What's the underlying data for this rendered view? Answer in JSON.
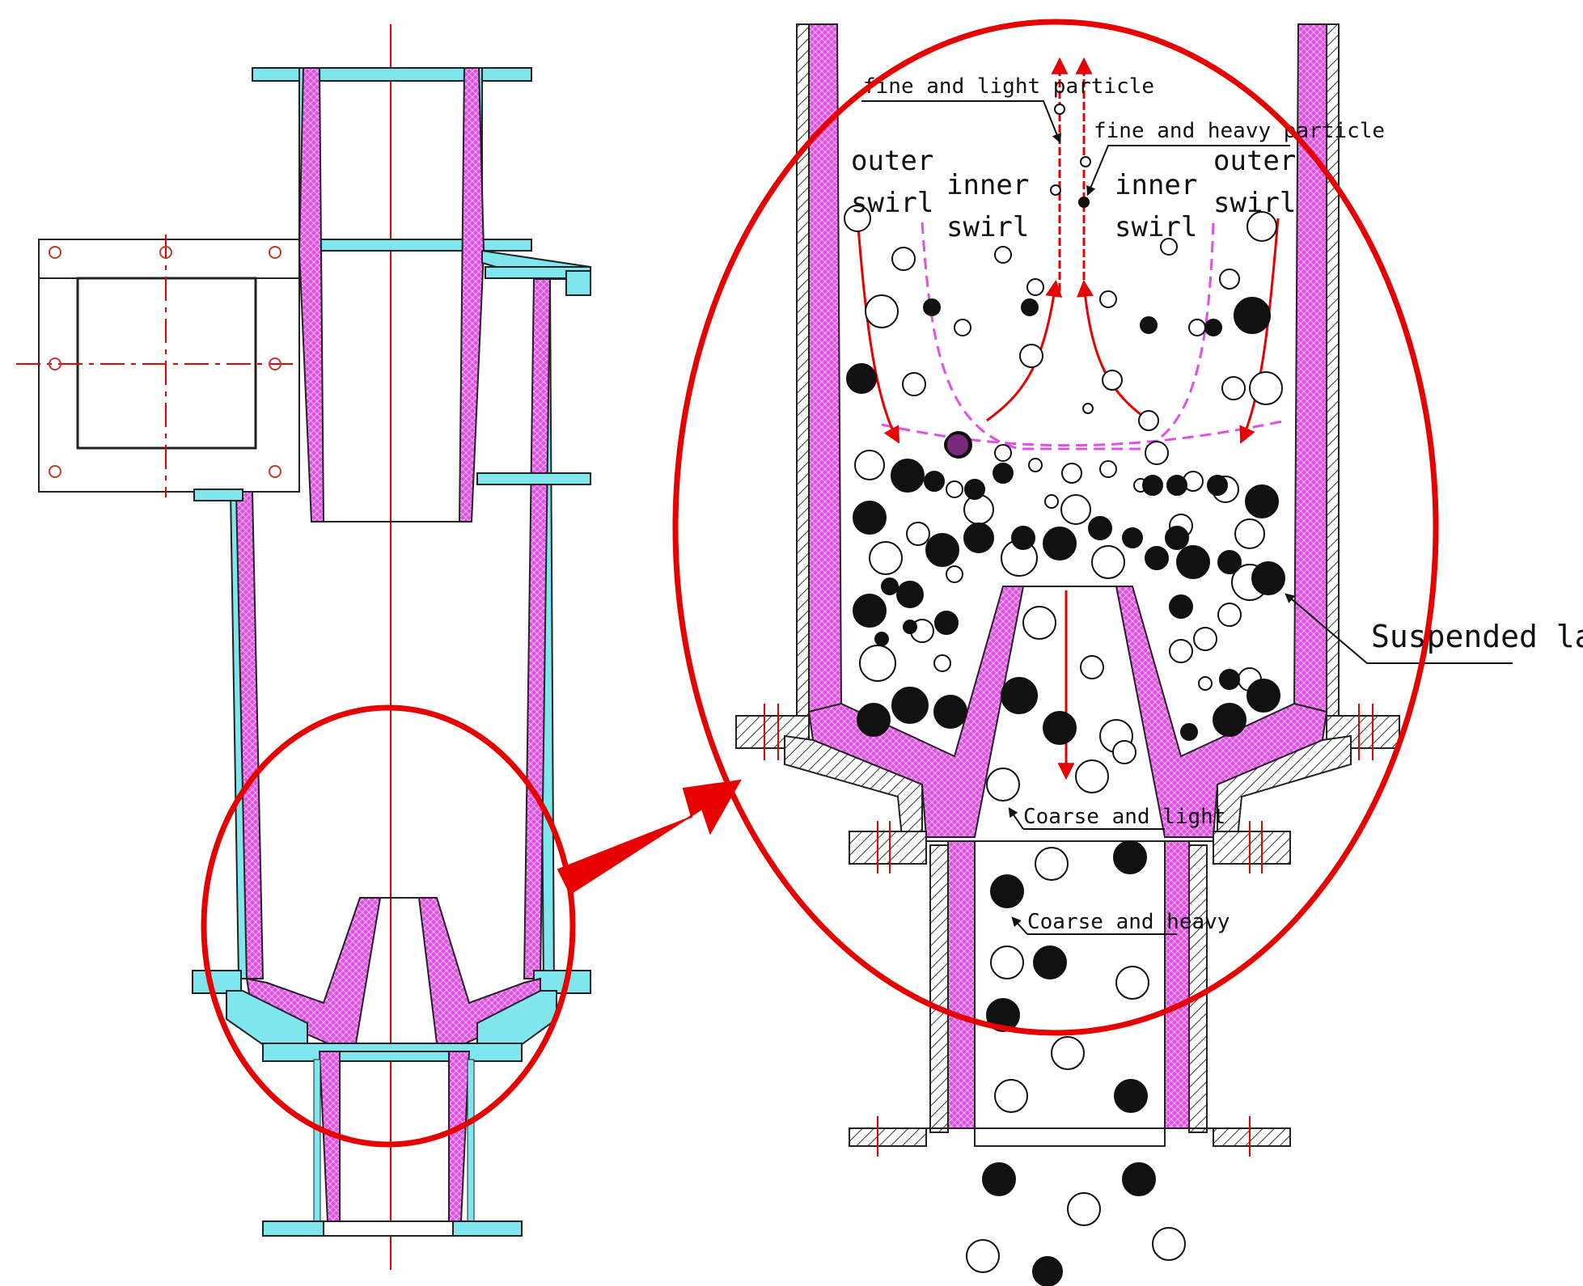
{
  "labels": {
    "fine_light": "fine and light particle",
    "fine_heavy": "fine and heavy particle",
    "outer_swirl_left": [
      "outer",
      "swirl"
    ],
    "inner_swirl_left": [
      "inner",
      "swirl"
    ],
    "inner_swirl_right": [
      "inner",
      "swirl"
    ],
    "outer_swirl_right": [
      "outer",
      "swirl"
    ],
    "suspended_layer": "Suspended layer",
    "coarse_light": "Coarse and light",
    "coarse_heavy": "Coarse and heavy"
  },
  "colors": {
    "liner": "#e14fe4",
    "shell": "#7fe6ee",
    "highlight": "#e60000",
    "centerline": "#e60000",
    "outline": "#222222",
    "particle_dark": "#111111",
    "particle_light": "#ffffff"
  }
}
